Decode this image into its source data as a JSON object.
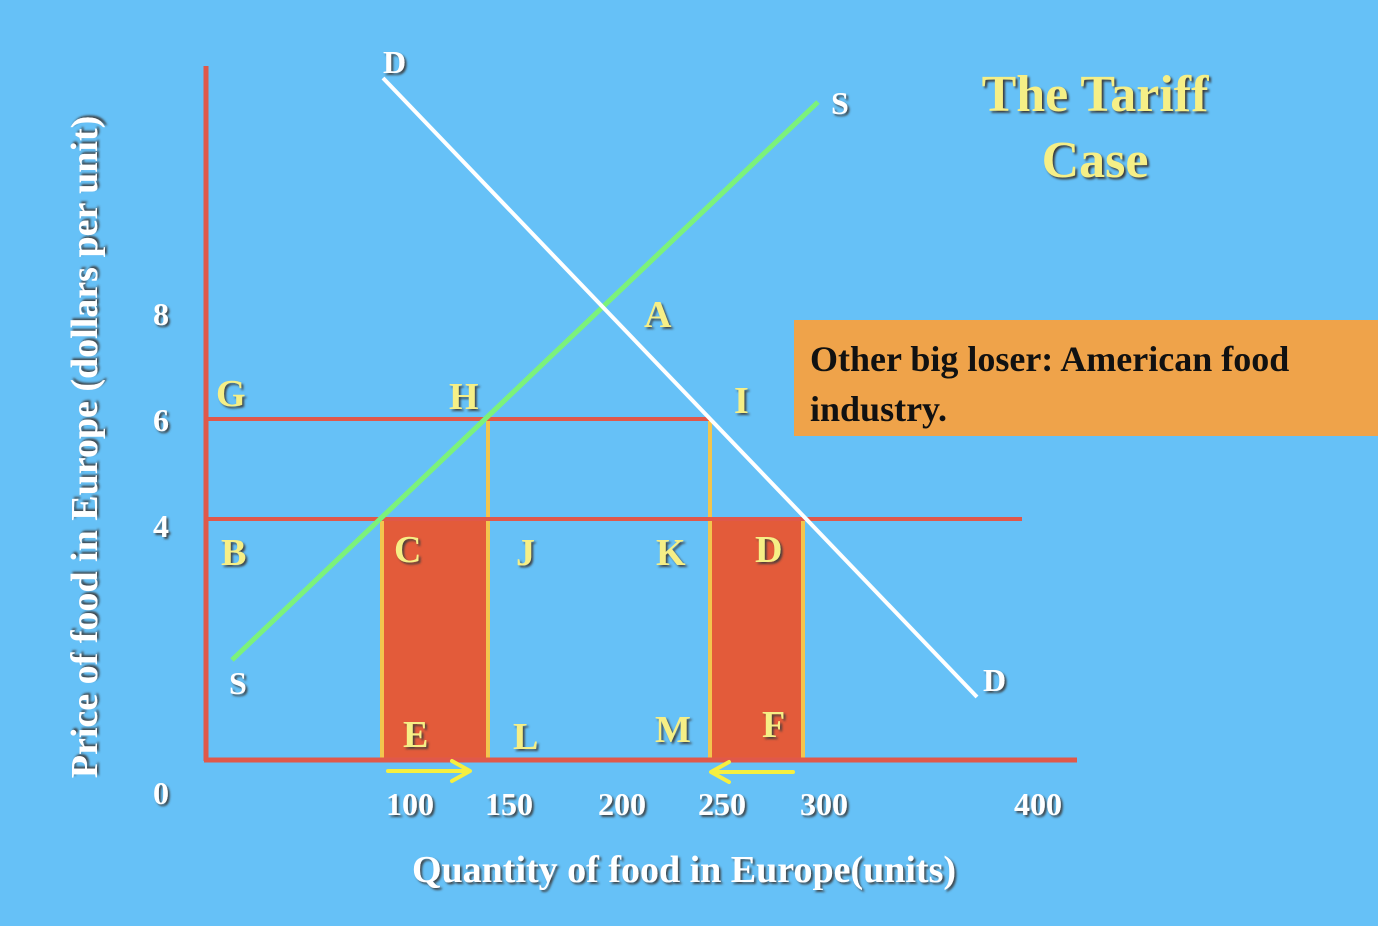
{
  "title": {
    "line1": "The Tariff",
    "line2": "Case"
  },
  "note": "Other big loser: American food industry.",
  "axes": {
    "xlabel": "Quantity of food in Europe(units)",
    "ylabel": "Price of food in Europe (dollars per unit)",
    "origin_label": "0",
    "x_ticks": [
      {
        "value": 100,
        "label": "100"
      },
      {
        "value": 150,
        "label": "150"
      },
      {
        "value": 200,
        "label": "200"
      },
      {
        "value": 250,
        "label": "250"
      },
      {
        "value": 300,
        "label": "300"
      },
      {
        "value": 400,
        "label": "400"
      }
    ],
    "y_ticks": [
      {
        "value": 4,
        "label": "4"
      },
      {
        "value": 6,
        "label": "6"
      },
      {
        "value": 8,
        "label": "8"
      }
    ]
  },
  "curves": {
    "demand": {
      "start_label": "D",
      "end_label": "D"
    },
    "supply": {
      "start_label": "S",
      "end_label": "S"
    }
  },
  "points": {
    "A": "A",
    "G": "G",
    "H": "H",
    "I": "I",
    "B": "B",
    "C": "C",
    "J": "J",
    "K": "K",
    "D": "D",
    "E": "E",
    "L": "L",
    "M": "M",
    "F": "F"
  },
  "colors": {
    "background": "#66c1f7",
    "axis": "#e0584a",
    "demand": "#ffffff",
    "supply": "#7cf27a",
    "tariff_area": "#e35b3a",
    "quantity_marker": "#f2c54e",
    "label": "#f6ef86",
    "note_box": "#efa34a",
    "arrow": "#f6ef40"
  }
}
